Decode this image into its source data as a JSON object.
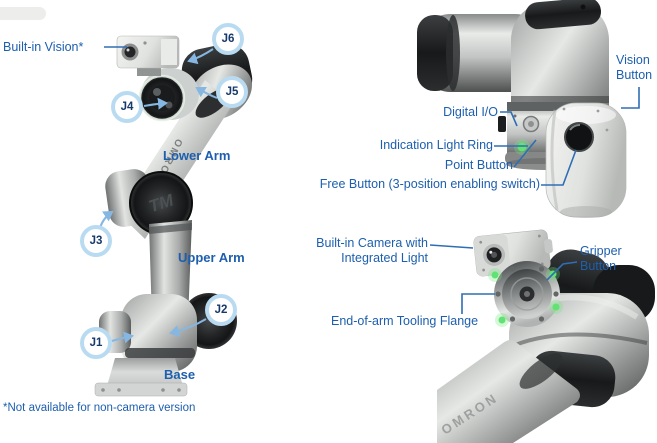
{
  "colors": {
    "label_blue": "#1d5fae",
    "connector_blue": "#2f6eb4",
    "arrow_light_blue": "#85b7e2",
    "badge_border_blue": "#b9dbf2",
    "badge_text_navy": "#16396b",
    "indicator_green": "#62e272"
  },
  "left_figure": {
    "labels": {
      "built_in_vision": "Built-in Vision*",
      "lower_arm": "Lower Arm",
      "upper_arm": "Upper Arm",
      "base": "Base"
    },
    "joints": [
      {
        "label": "J6"
      },
      {
        "label": "J5"
      },
      {
        "label": "J4"
      },
      {
        "label": "J3"
      },
      {
        "label": "J2"
      },
      {
        "label": "J1"
      }
    ],
    "brand_text": "OMRON",
    "elbow_logo": "TM",
    "footnote": "*Not available for non-camera version"
  },
  "top_right_figure": {
    "labels": {
      "vision_button": "Vision Button",
      "digital_io": "Digital I/O",
      "indication_light_ring": "Indication Light Ring",
      "point_button": "Point Button",
      "free_button": "Free Button (3-position enabling switch)"
    }
  },
  "bottom_right_figure": {
    "labels": {
      "built_in_camera": "Built-in Camera with Integrated Light",
      "gripper_button": "Gripper Button",
      "end_of_arm_tooling_flange": "End-of-arm Tooling Flange"
    },
    "brand_text": "OMRON"
  }
}
